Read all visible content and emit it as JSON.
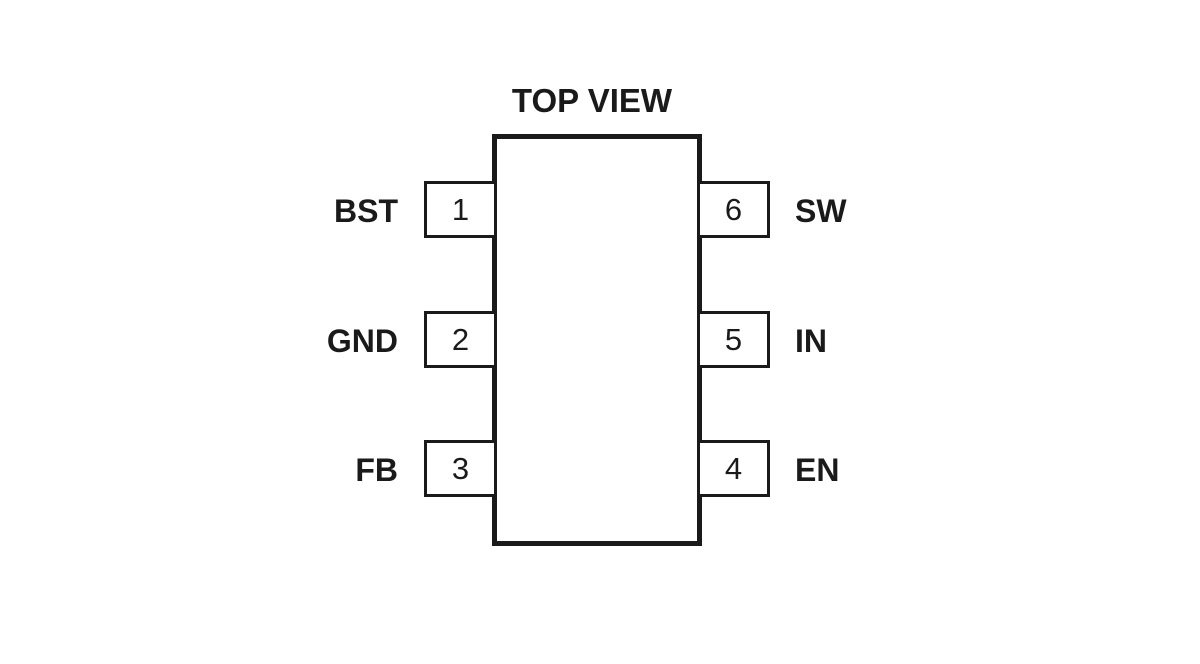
{
  "diagram": {
    "title": "TOP VIEW",
    "pins_left": [
      {
        "number": "1",
        "name": "BST"
      },
      {
        "number": "2",
        "name": "GND"
      },
      {
        "number": "3",
        "name": "FB"
      }
    ],
    "pins_right": [
      {
        "number": "6",
        "name": "SW"
      },
      {
        "number": "5",
        "name": "IN"
      },
      {
        "number": "4",
        "name": "EN"
      }
    ],
    "colors": {
      "stroke": "#1a1a1a",
      "background": "#ffffff"
    }
  }
}
